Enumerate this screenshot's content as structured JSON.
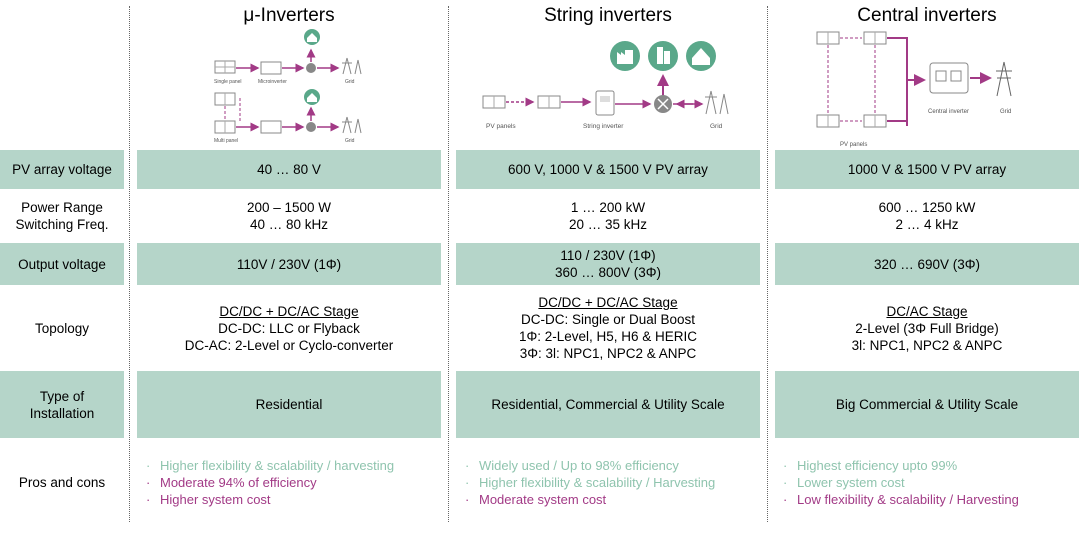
{
  "columns": [
    "μ-Inverters",
    "String inverters",
    "Central inverters"
  ],
  "diagrams": {
    "micro": {
      "single_panel": "Single panel",
      "microinverter": "Microinverter",
      "grid": "Grid",
      "multi_panel": "Multi panel"
    },
    "string": {
      "pv_panels": "PV panels",
      "string_inverter": "String inverter",
      "grid": "Grid"
    },
    "central": {
      "pv_panels": "PV panels",
      "central_inverter": "Central inverter",
      "grid": "Grid"
    }
  },
  "rows": {
    "pv_voltage": {
      "label": "PV array voltage",
      "values": [
        "40 … 80 V",
        "600 V, 1000 V & 1500 V PV array",
        "1000 V & 1500 V PV array"
      ]
    },
    "power": {
      "label1": "Power Range",
      "label2": "Switching Freq.",
      "values": [
        [
          "200 – 1500 W",
          "40 … 80 kHz"
        ],
        [
          "1 … 200 kW",
          "20 … 35 kHz"
        ],
        [
          "600 … 1250 kW",
          "2 … 4 kHz"
        ]
      ]
    },
    "output": {
      "label": "Output voltage",
      "values": [
        [
          "110V / 230V (1Φ)"
        ],
        [
          "110 / 230V (1Φ)",
          "360 … 800V (3Φ)"
        ],
        [
          "320 … 690V (3Φ)"
        ]
      ]
    },
    "topology": {
      "label": "Topology",
      "values": [
        [
          "DC/DC + DC/AC Stage",
          "DC-DC: LLC or Flyback",
          "DC-AC: 2-Level or Cyclo-converter"
        ],
        [
          "DC/DC + DC/AC Stage",
          "DC-DC: Single or Dual Boost",
          "1Φ: 2-Level, H5, H6 & HERIC",
          "3Φ: 3l: NPC1, NPC2 & ANPC"
        ],
        [
          "DC/AC Stage",
          "2-Level (3Φ Full Bridge)",
          "3l: NPC1, NPC2 & ANPC"
        ]
      ]
    },
    "installation": {
      "label1": "Type of",
      "label2": "Installation",
      "values": [
        "Residential",
        "Residential, Commercial & Utility Scale",
        "Big Commercial & Utility Scale"
      ]
    },
    "pros_cons": {
      "label": "Pros and cons",
      "values": [
        [
          {
            "text": "Higher flexibility & scalability / harvesting",
            "kind": "pro"
          },
          {
            "text": "Moderate 94% of efficiency",
            "kind": "con"
          },
          {
            "text": "Higher system cost",
            "kind": "con"
          }
        ],
        [
          {
            "text": "Widely used / Up to 98% efficiency",
            "kind": "pro"
          },
          {
            "text": "Higher flexibility & scalability / Harvesting",
            "kind": "pro"
          },
          {
            "text": "Moderate system cost",
            "kind": "con"
          }
        ],
        [
          {
            "text": "Highest efficiency upto 99%",
            "kind": "pro"
          },
          {
            "text": "Lower system cost",
            "kind": "pro"
          },
          {
            "text": "Low flexibility & scalability / Harvesting",
            "kind": "con"
          }
        ]
      ]
    }
  },
  "colors": {
    "cell_fill": "#b5d5c9",
    "pro": "#8fc4ae",
    "con": "#a23a86",
    "icon": "#5aa88a"
  }
}
